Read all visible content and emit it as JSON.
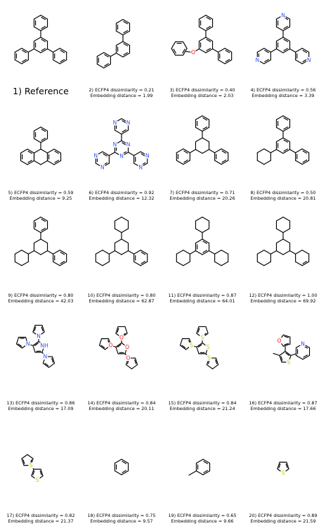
{
  "figure": {
    "cells": [
      {
        "id": "1",
        "molecule": "triphenylbenzene",
        "caption_main": "1) Reference",
        "caption_sub": "",
        "is_reference": true
      },
      {
        "id": "2",
        "molecule": "meta-terphenyl",
        "caption_main": "2)  ECFP4 dissimilarity = 0.21",
        "caption_sub": "Embedding distance = 1.99"
      },
      {
        "id": "3",
        "molecule": "diphenyl-ether-biphenyl",
        "caption_main": "3)  ECFP4 dissimilarity = 0.40",
        "caption_sub": "Embedding distance = 2.03"
      },
      {
        "id": "4",
        "molecule": "tripyridylbenzene",
        "caption_main": "4)  ECFP4 dissimilarity = 0.56",
        "caption_sub": "Embedding distance = 3.39"
      },
      {
        "id": "5",
        "molecule": "phenylanthracene",
        "caption_main": "5)  ECFP4 dissimilarity = 0.59",
        "caption_sub": "Embedding distance = 9.25"
      },
      {
        "id": "6",
        "molecule": "tris-triazine",
        "caption_main": "6)  ECFP4 dissimilarity = 0.92",
        "caption_sub": "Embedding distance = 12.32"
      },
      {
        "id": "7",
        "molecule": "triphenylcyclohexane",
        "caption_main": "7)  ECFP4 dissimilarity = 0.71",
        "caption_sub": "Embedding distance = 20.26"
      },
      {
        "id": "8",
        "molecule": "cyclohexyl-diphenylbenzene",
        "caption_main": "8)  ECFP4 dissimilarity = 0.50",
        "caption_sub": "Embedding distance = 20.81"
      },
      {
        "id": "9",
        "molecule": "cyclohexyl-diphenylcyclohexane",
        "caption_main": "9)  ECFP4 dissimilarity = 0.80",
        "caption_sub": "Embedding distance = 42.03"
      },
      {
        "id": "10",
        "molecule": "dicyclohexyl-phenylcyclohexane",
        "caption_main": "10)  ECFP4 dissimilarity = 0.80",
        "caption_sub": "Embedding distance = 62.87"
      },
      {
        "id": "11",
        "molecule": "tricyclohexylbenzene",
        "caption_main": "11)  ECFP4 dissimilarity = 0.87",
        "caption_sub": "Embedding distance = 64.01"
      },
      {
        "id": "12",
        "molecule": "tricyclohexylcyclohexane",
        "caption_main": "12)  ECFP4 dissimilarity = 1.00",
        "caption_sub": "Embedding distance = 69.92"
      },
      {
        "id": "13",
        "molecule": "tripyrrolylpyrrole",
        "caption_main": "13)  ECFP4 dissimilarity = 0.86",
        "caption_sub": "Embedding distance = 17.09"
      },
      {
        "id": "14",
        "molecule": "trifurylfuran",
        "caption_main": "14)  ECFP4 dissimilarity = 0.84",
        "caption_sub": "Embedding distance = 20.11"
      },
      {
        "id": "15",
        "molecule": "trithienylthiophene",
        "caption_main": "15)  ECFP4 dissimilarity = 0.84",
        "caption_sub": "Embedding distance = 21.24"
      },
      {
        "id": "16",
        "molecule": "furyl-pyridyl-methylthiophene",
        "caption_main": "16)  ECFP4 dissimilarity = 0.87",
        "caption_sub": "Embedding distance = 17.66"
      },
      {
        "id": "17",
        "molecule": "bithiophene",
        "caption_main": "17)  ECFP4 dissimilarity = 0.82",
        "caption_sub": "Embedding distance = 21.37"
      },
      {
        "id": "18",
        "molecule": "benzene",
        "caption_main": "18)  ECFP4 dissimilarity = 0.75",
        "caption_sub": "Embedding distance = 9.57"
      },
      {
        "id": "19",
        "molecule": "toluene",
        "caption_main": "19)  ECFP4 dissimilarity = 0.65",
        "caption_sub": "Embedding distance = 9.66"
      },
      {
        "id": "20",
        "molecule": "thiophene",
        "caption_main": "20)  ECFP4 dissimilarity = 0.89",
        "caption_sub": "Embedding distance = 21.59"
      }
    ],
    "atom_labels": {
      "nitrogen": "N",
      "nitrogen_h": "NH",
      "oxygen": "O",
      "sulfur": "S"
    },
    "colors": {
      "bond": "#000000",
      "nitrogen": "#3050f8",
      "oxygen": "#ff0d0d",
      "sulfur": "#c8c800",
      "background": "#ffffff"
    }
  }
}
